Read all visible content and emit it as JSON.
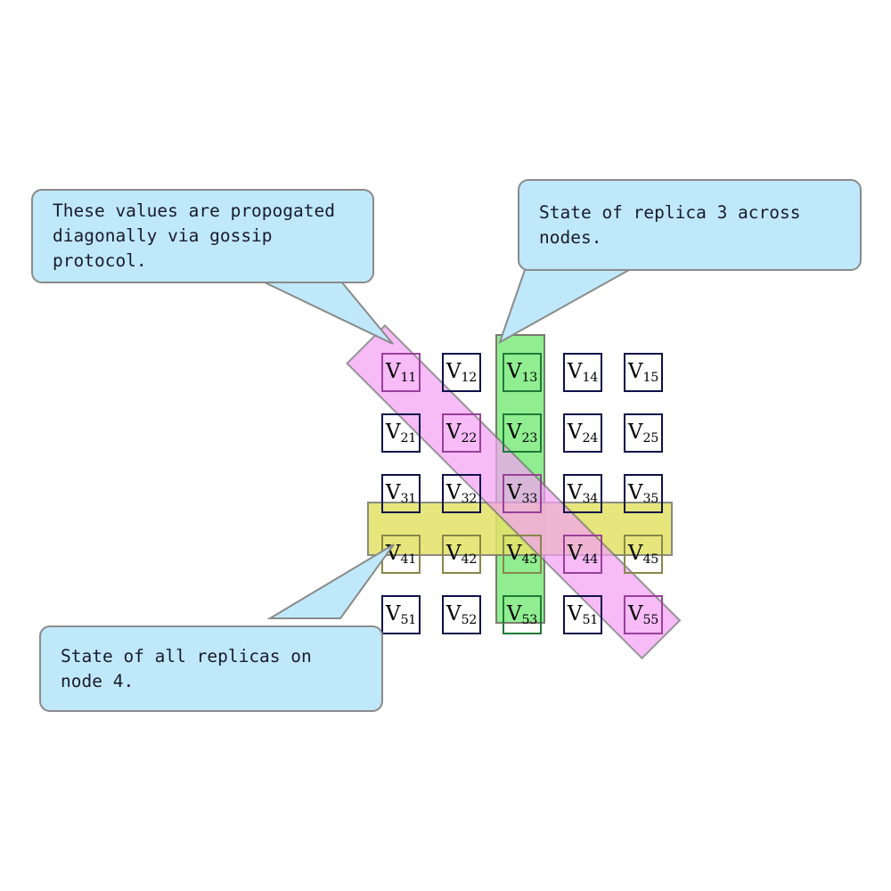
{
  "diagram": {
    "title": "Replica state grid with gossip propagation",
    "colors": {
      "callout_fill": "#bfe9fa",
      "callout_border": "#8a8a8a",
      "column_highlight": "#90ee90",
      "row_highlight": "#e3e36a",
      "diagonal_highlight": "#f5a2f5",
      "cell_border": "#0f0f4a",
      "band_border": "#7a7a6e"
    }
  },
  "callouts": [
    {
      "id": "gossip-note",
      "text": "These values are propogated\ndiagonally via gossip protocol.",
      "points_to": "diagonal-band"
    },
    {
      "id": "replica-note",
      "text": "State of replica 3 across nodes.",
      "points_to": "column-3"
    },
    {
      "id": "node-note",
      "text": "State of all replicas on node 4.",
      "points_to": "row-4"
    }
  ],
  "grid": {
    "rows": 5,
    "cols": 5,
    "cells": [
      [
        {
          "v": "V",
          "sub": "11",
          "hl": "magenta"
        },
        {
          "v": "V",
          "sub": "12",
          "hl": "none"
        },
        {
          "v": "V",
          "sub": "13",
          "hl": "green"
        },
        {
          "v": "V",
          "sub": "14",
          "hl": "none"
        },
        {
          "v": "V",
          "sub": "15",
          "hl": "none"
        }
      ],
      [
        {
          "v": "V",
          "sub": "21",
          "hl": "none"
        },
        {
          "v": "V",
          "sub": "22",
          "hl": "magenta"
        },
        {
          "v": "V",
          "sub": "23",
          "hl": "green"
        },
        {
          "v": "V",
          "sub": "24",
          "hl": "none"
        },
        {
          "v": "V",
          "sub": "25",
          "hl": "none"
        }
      ],
      [
        {
          "v": "V",
          "sub": "31",
          "hl": "none"
        },
        {
          "v": "V",
          "sub": "32",
          "hl": "none"
        },
        {
          "v": "V",
          "sub": "33",
          "hl": "magenta"
        },
        {
          "v": "V",
          "sub": "34",
          "hl": "none"
        },
        {
          "v": "V",
          "sub": "35",
          "hl": "none"
        }
      ],
      [
        {
          "v": "V",
          "sub": "41",
          "hl": "yellow"
        },
        {
          "v": "V",
          "sub": "42",
          "hl": "yellow"
        },
        {
          "v": "V",
          "sub": "43",
          "hl": "yellow"
        },
        {
          "v": "V",
          "sub": "44",
          "hl": "magenta"
        },
        {
          "v": "V",
          "sub": "45",
          "hl": "yellow"
        }
      ],
      [
        {
          "v": "V",
          "sub": "51",
          "hl": "none"
        },
        {
          "v": "V",
          "sub": "52",
          "hl": "none"
        },
        {
          "v": "V",
          "sub": "53",
          "hl": "green"
        },
        {
          "v": "V",
          "sub": "51",
          "hl": "none"
        },
        {
          "v": "V",
          "sub": "55",
          "hl": "magenta"
        }
      ]
    ]
  }
}
